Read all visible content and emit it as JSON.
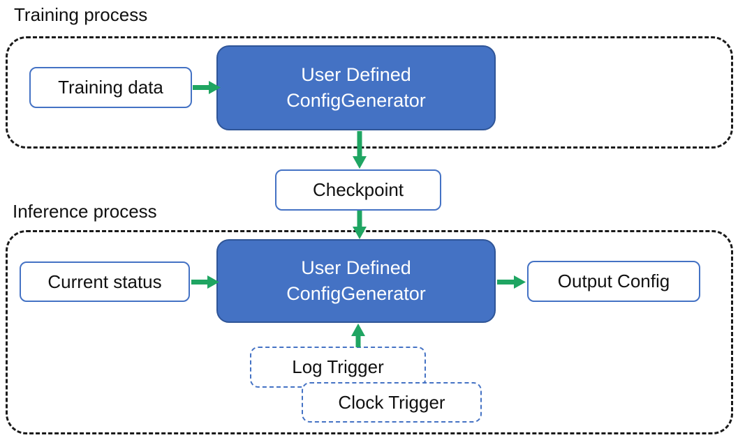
{
  "colors": {
    "node_blue": "#4472C4",
    "node_blue_border": "#2F5597",
    "box_border_blue": "#4472C4",
    "arrow_green": "#1FA562",
    "dashed_black": "#1a1a1a"
  },
  "training": {
    "section_label": "Training process",
    "input_box": "Training data",
    "generator_line1": "User Defined",
    "generator_line2": "ConfigGenerator"
  },
  "checkpoint": {
    "label": "Checkpoint"
  },
  "inference": {
    "section_label": "Inference process",
    "input_box": "Current status",
    "generator_line1": "User Defined",
    "generator_line2": "ConfigGenerator",
    "output_box": "Output Config",
    "log_trigger": "Log Trigger",
    "clock_trigger": "Clock Trigger"
  }
}
